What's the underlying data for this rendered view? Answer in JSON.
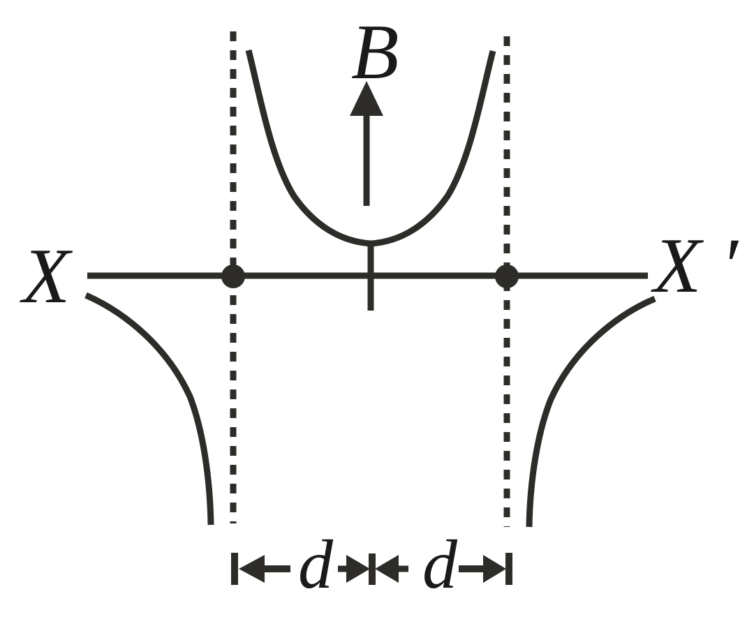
{
  "diagram": {
    "description": "magnetic-field-magnitude-vs-position-between-two-parallel-wires",
    "labels": {
      "field": "B",
      "axis_left": "X",
      "axis_right": "X ′",
      "distance_left": "d",
      "distance_right": "d"
    },
    "colors": {
      "stroke": "#2e2c29",
      "text": "#1c1a18",
      "background": "#ffffff"
    }
  }
}
